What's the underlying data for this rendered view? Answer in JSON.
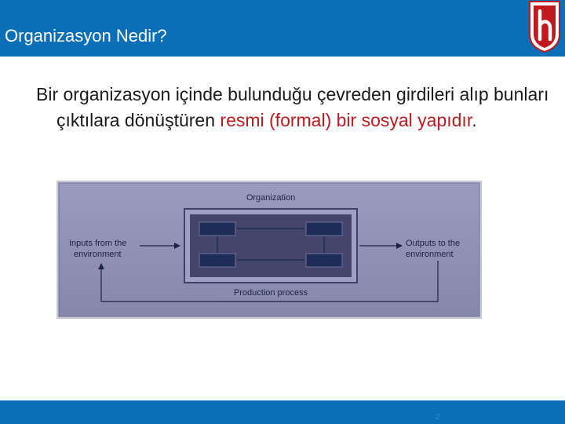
{
  "slide": {
    "title": "Organizasyon Nedir?",
    "body_plain": "Bir organizasyon içinde bulunduğu çevreden girdileri alıp bunları çıktılara dönüştüren ",
    "body_red": "resmi (formal) bir sosyal yapıdır",
    "body_end": ".",
    "page_number": "2"
  },
  "diagram": {
    "organization_label": "Organization",
    "inputs_label_line1": "Inputs from the",
    "inputs_label_line2": "environment",
    "outputs_label_line1": "Outputs to the",
    "outputs_label_line2": "environment",
    "process_label": "Production process"
  },
  "colors": {
    "header": "#0b6fb8",
    "accent_red": "#c0191e",
    "diagram_bg": "#8e90b4",
    "inner_box": "#45456b",
    "dark_block": "#1d2d57"
  },
  "logo": {
    "icon": "university-h-shield-icon"
  }
}
